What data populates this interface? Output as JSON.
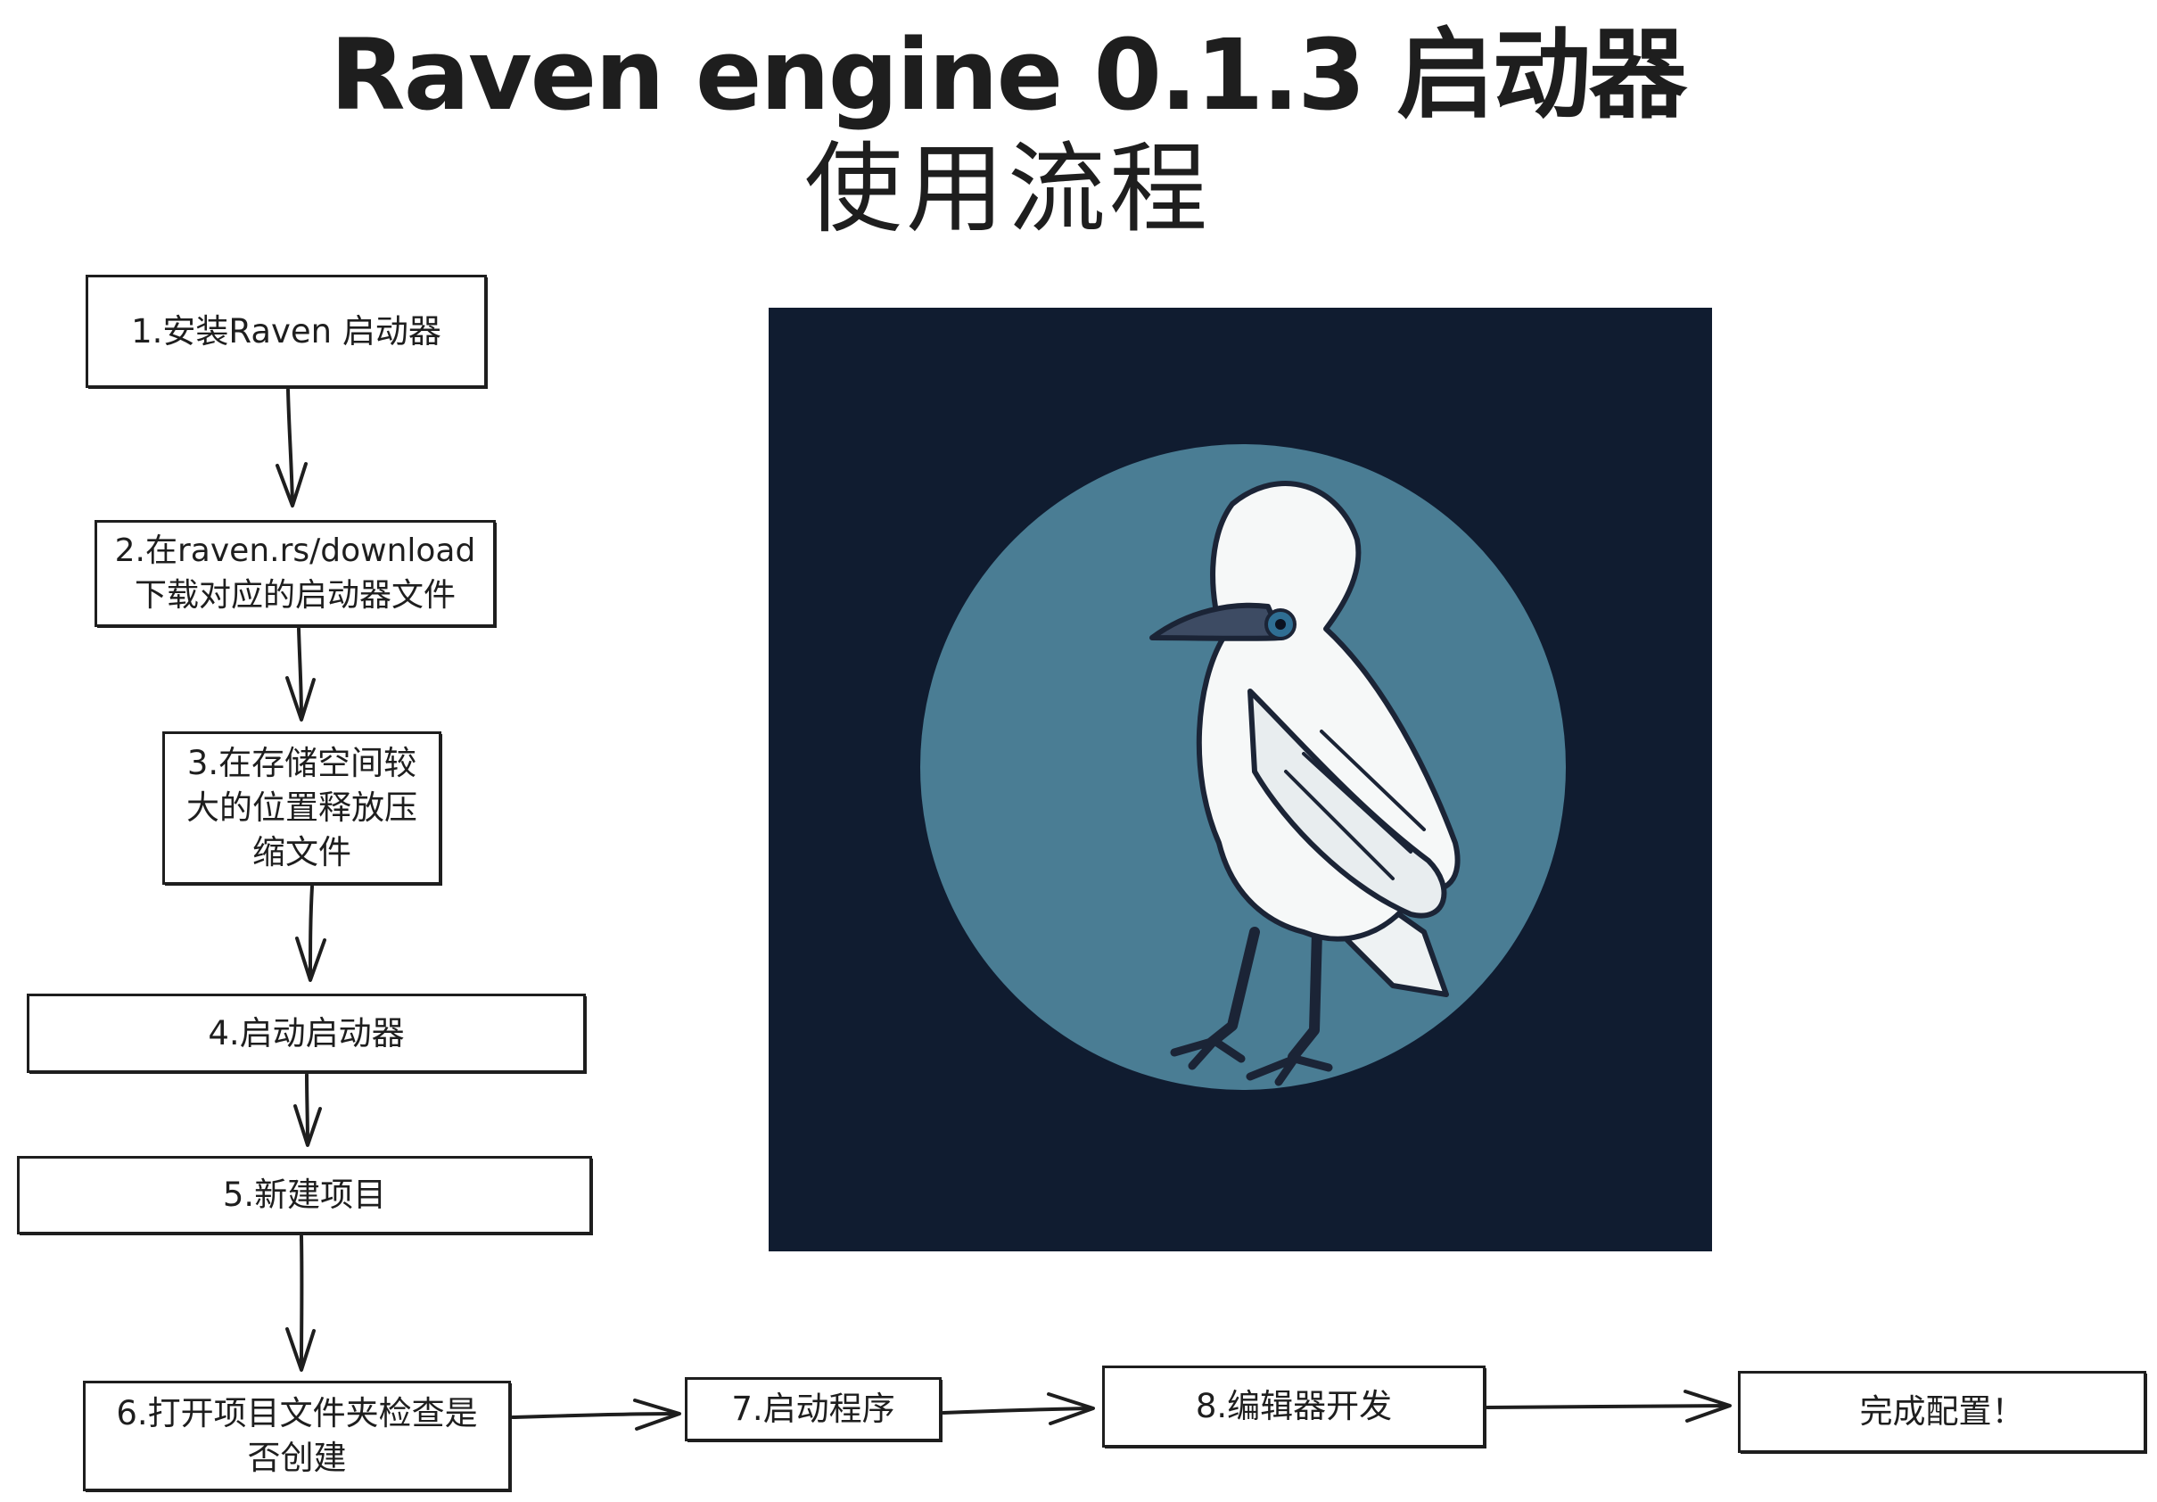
{
  "title": {
    "line1": "Raven engine 0.1.3 启动器",
    "line2": "使用流程"
  },
  "steps": [
    {
      "label": "1.安装Raven  启动器"
    },
    {
      "label": "2.在raven.rs/download\n下载对应的启动器文件"
    },
    {
      "label": "3.在存储空间较\n大的位置释放压\n缩文件"
    },
    {
      "label": "4.启动启动器"
    },
    {
      "label": "5.新建项目"
    },
    {
      "label": "6.打开项目文件夹检查是\n否创建"
    },
    {
      "label": "7.启动程序"
    },
    {
      "label": "8.编辑器开发"
    },
    {
      "label": "完成配置！"
    }
  ],
  "colors": {
    "stroke": "#1e1e1e",
    "picture_background": "#101c30",
    "picture_circle": "#4a7d94",
    "bird_body": "#f6f8f8",
    "bird_outline": "#1b2436"
  },
  "picture": {
    "subject": "white raven illustration"
  }
}
